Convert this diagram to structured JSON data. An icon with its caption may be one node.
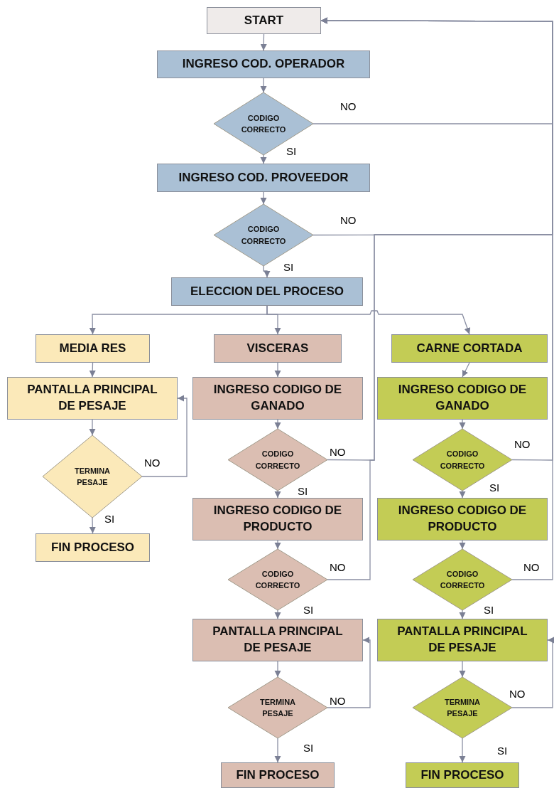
{
  "diagram": {
    "nodes": [
      {
        "text": [
          "START"
        ]
      },
      {
        "text": [
          "INGRESO COD. OPERADOR"
        ]
      },
      {
        "text": [
          "CODIGO CORRECTO"
        ]
      },
      {
        "text": [
          "INGRESO COD. PROVEEDOR"
        ]
      },
      {
        "text": [
          "CODIGO CORRECTO"
        ]
      },
      {
        "text": [
          "ELECCION DEL PROCESO"
        ]
      },
      {
        "text": [
          "MEDIA RES"
        ]
      },
      {
        "text": [
          "PANTALLA PRINCIPAL DE PESAJE"
        ]
      },
      {
        "text": [
          "TERMINA PESAJE"
        ]
      },
      {
        "text": [
          "FIN PROCESO"
        ]
      },
      {
        "text": [
          "VISCERAS"
        ]
      },
      {
        "text": [
          "INGRESO CODIGO DE GANADO"
        ]
      },
      {
        "text": [
          "CODIGO CORRECTO"
        ]
      },
      {
        "text": [
          "INGRESO CODIGO DE PRODUCTO"
        ]
      },
      {
        "text": [
          "CODIGO CORRECTO"
        ]
      },
      {
        "text": [
          "PANTALLA PRINCIPAL DE PESAJE"
        ]
      },
      {
        "text": [
          "TERMINA PESAJE"
        ]
      },
      {
        "text": [
          "FIN PROCESO"
        ]
      },
      {
        "text": [
          "CARNE CORTADA"
        ]
      },
      {
        "text": [
          "INGRESO CODIGO DE GANADO"
        ]
      },
      {
        "text": [
          "CODIGO CORRECTO"
        ]
      },
      {
        "text": [
          "INGRESO CODIGO DE PRODUCTO"
        ]
      },
      {
        "text": [
          "CODIGO CORRECTO"
        ]
      },
      {
        "text": [
          "PANTALLA PRINCIPAL DE PESAJE"
        ]
      },
      {
        "text": [
          "TERMINA PESAJE"
        ]
      },
      {
        "text": [
          "FIN PROCESO"
        ]
      }
    ],
    "edges": [
      {
        "from": 0,
        "to": 1,
        "arrow": "to"
      },
      {
        "from": 1,
        "to": 2,
        "arrow": "to"
      },
      {
        "from": 2,
        "to": 3,
        "arrow": "to",
        "label": "SI"
      },
      {
        "from": 2,
        "to": 0,
        "arrow": "to",
        "label": "NO"
      },
      {
        "from": 3,
        "to": 4,
        "arrow": "to"
      },
      {
        "from": 4,
        "to": 5,
        "arrow": "to",
        "label": "SI"
      },
      {
        "from": 4,
        "to": 0,
        "arrow": "to",
        "label": "NO"
      },
      {
        "from": 5,
        "to": 6,
        "arrow": "to"
      },
      {
        "from": 5,
        "to": 10,
        "arrow": "to"
      },
      {
        "from": 5,
        "to": 18,
        "arrow": "to"
      },
      {
        "from": 6,
        "to": 7,
        "arrow": "to"
      },
      {
        "from": 7,
        "to": 8,
        "arrow": "to"
      },
      {
        "from": 8,
        "to": 9,
        "arrow": "to",
        "label": "SI"
      },
      {
        "from": 8,
        "to": 7,
        "arrow": "to",
        "label": "NO"
      },
      {
        "from": 10,
        "to": 11,
        "arrow": "to"
      },
      {
        "from": 11,
        "to": 12,
        "arrow": "to"
      },
      {
        "from": 12,
        "to": 13,
        "arrow": "to",
        "label": "SI"
      },
      {
        "from": 12,
        "to": 0,
        "arrow": "to",
        "label": "NO"
      },
      {
        "from": 13,
        "to": 14,
        "arrow": "to"
      },
      {
        "from": 14,
        "to": 15,
        "arrow": "to",
        "label": "SI"
      },
      {
        "from": 14,
        "to": 0,
        "arrow": "to",
        "label": "NO"
      },
      {
        "from": 15,
        "to": 16,
        "arrow": "to"
      },
      {
        "from": 16,
        "to": 17,
        "arrow": "to",
        "label": "SI"
      },
      {
        "from": 16,
        "to": 15,
        "arrow": "to",
        "label": "NO"
      },
      {
        "from": 18,
        "to": 19,
        "arrow": "to"
      },
      {
        "from": 19,
        "to": 20,
        "arrow": "to"
      },
      {
        "from": 20,
        "to": 21,
        "arrow": "to",
        "label": "SI"
      },
      {
        "from": 20,
        "to": 0,
        "arrow": "to",
        "label": "NO"
      },
      {
        "from": 21,
        "to": 22,
        "arrow": "to"
      },
      {
        "from": 22,
        "to": 23,
        "arrow": "to",
        "label": "SI"
      },
      {
        "from": 22,
        "to": 0,
        "arrow": "to",
        "label": "NO"
      },
      {
        "from": 23,
        "to": 24,
        "arrow": "to"
      },
      {
        "from": 24,
        "to": 25,
        "arrow": "to",
        "label": "SI"
      },
      {
        "from": 24,
        "to": 23,
        "arrow": "to",
        "label": "NO"
      }
    ]
  }
}
